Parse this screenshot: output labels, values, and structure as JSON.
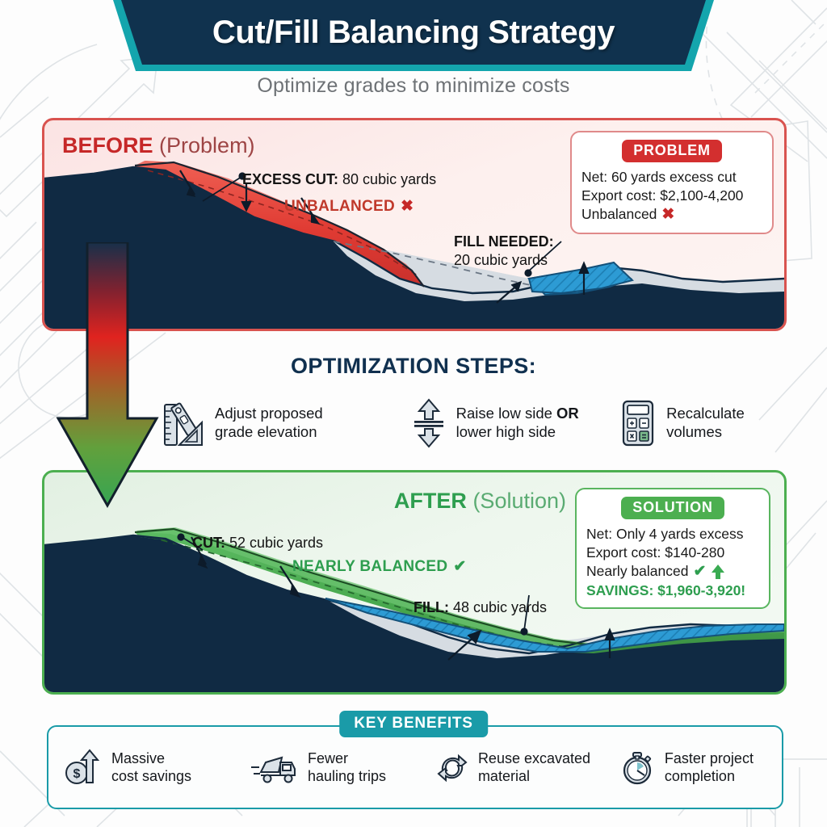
{
  "header": {
    "title": "Cut/Fill Balancing Strategy",
    "subtitle": "Optimize grades to minimize costs"
  },
  "before_panel": {
    "heading_bold": "BEFORE",
    "heading_sub": "(Problem)",
    "callouts": {
      "excess_cut_label": "EXCESS CUT:",
      "excess_cut_value": " 80 cubic yards",
      "status": "UNBALANCED",
      "status_mark": "✖",
      "fill_needed_label": "FILL NEEDED:",
      "fill_needed_value": "20 cubic yards"
    },
    "info_box": {
      "pill": "PROBLEM",
      "net": "Net: 60 yards excess cut",
      "export_cost": "Export cost: $2,100-4,200",
      "balance": "Unbalanced",
      "balance_mark": "✖"
    }
  },
  "optimization": {
    "title": "OPTIMIZATION STEPS:",
    "steps": [
      {
        "icon": "ruler-triangle-icon",
        "line1": "Adjust proposed",
        "line2": "grade elevation"
      },
      {
        "icon": "up-down-arrows-icon",
        "line1": "Raise low side ",
        "line1_bold": "OR",
        "line2": "lower high side"
      },
      {
        "icon": "calculator-icon",
        "line1": "Recalculate",
        "line2": "volumes"
      }
    ]
  },
  "after_panel": {
    "heading_bold": "AFTER",
    "heading_sub": "(Solution)",
    "callouts": {
      "cut_label": "CUT:",
      "cut_value": " 52 cubic yards",
      "status": "NEARLY BALANCED",
      "status_mark": "✔",
      "fill_label": "FILL:",
      "fill_value": " 48 cubic yards"
    },
    "info_box": {
      "pill": "SOLUTION",
      "net": "Net: Only 4 yards excess",
      "export_cost": "Export cost: $140-280",
      "balance": "Nearly balanced",
      "balance_mark": "✔",
      "savings": "SAVINGS: $1,960-3,920!"
    }
  },
  "benefits": {
    "tab_label": "KEY BENEFITS",
    "items": [
      {
        "icon": "dollar-arrow-icon",
        "line1": "Massive",
        "line2": "cost savings"
      },
      {
        "icon": "dump-truck-icon",
        "line1": "Fewer",
        "line2": "hauling trips"
      },
      {
        "icon": "recycle-icon",
        "line1": "Reuse excavated",
        "line2": "material"
      },
      {
        "icon": "stopwatch-icon",
        "line1": "Faster project",
        "line2": "completion"
      }
    ]
  },
  "colors": {
    "navy": "#102A43",
    "teal": "#1A9BA8",
    "red": "#D32F2F",
    "green": "#4CAF50",
    "cut_red": "#E03B33",
    "cut_green": "#4EA852",
    "fill_blue": "#2D9BD4",
    "grade_gray": "#D6DCE2"
  }
}
